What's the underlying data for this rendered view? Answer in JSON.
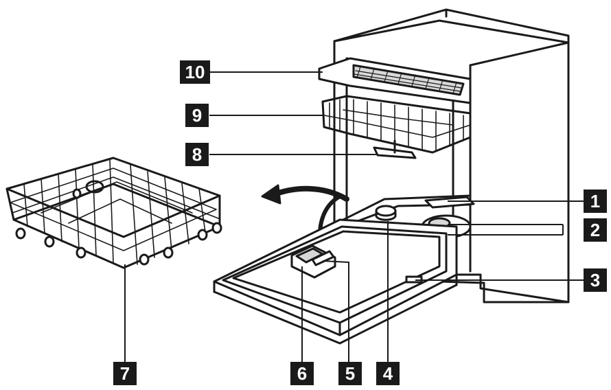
{
  "diagram": {
    "callouts": [
      {
        "id": "c10",
        "label": "10"
      },
      {
        "id": "c9",
        "label": "9"
      },
      {
        "id": "c8",
        "label": "8"
      },
      {
        "id": "c1",
        "label": "1"
      },
      {
        "id": "c2",
        "label": "2"
      },
      {
        "id": "c3",
        "label": "3"
      },
      {
        "id": "c4",
        "label": "4"
      },
      {
        "id": "c5",
        "label": "5"
      },
      {
        "id": "c6",
        "label": "6"
      },
      {
        "id": "c7",
        "label": "7"
      }
    ]
  }
}
